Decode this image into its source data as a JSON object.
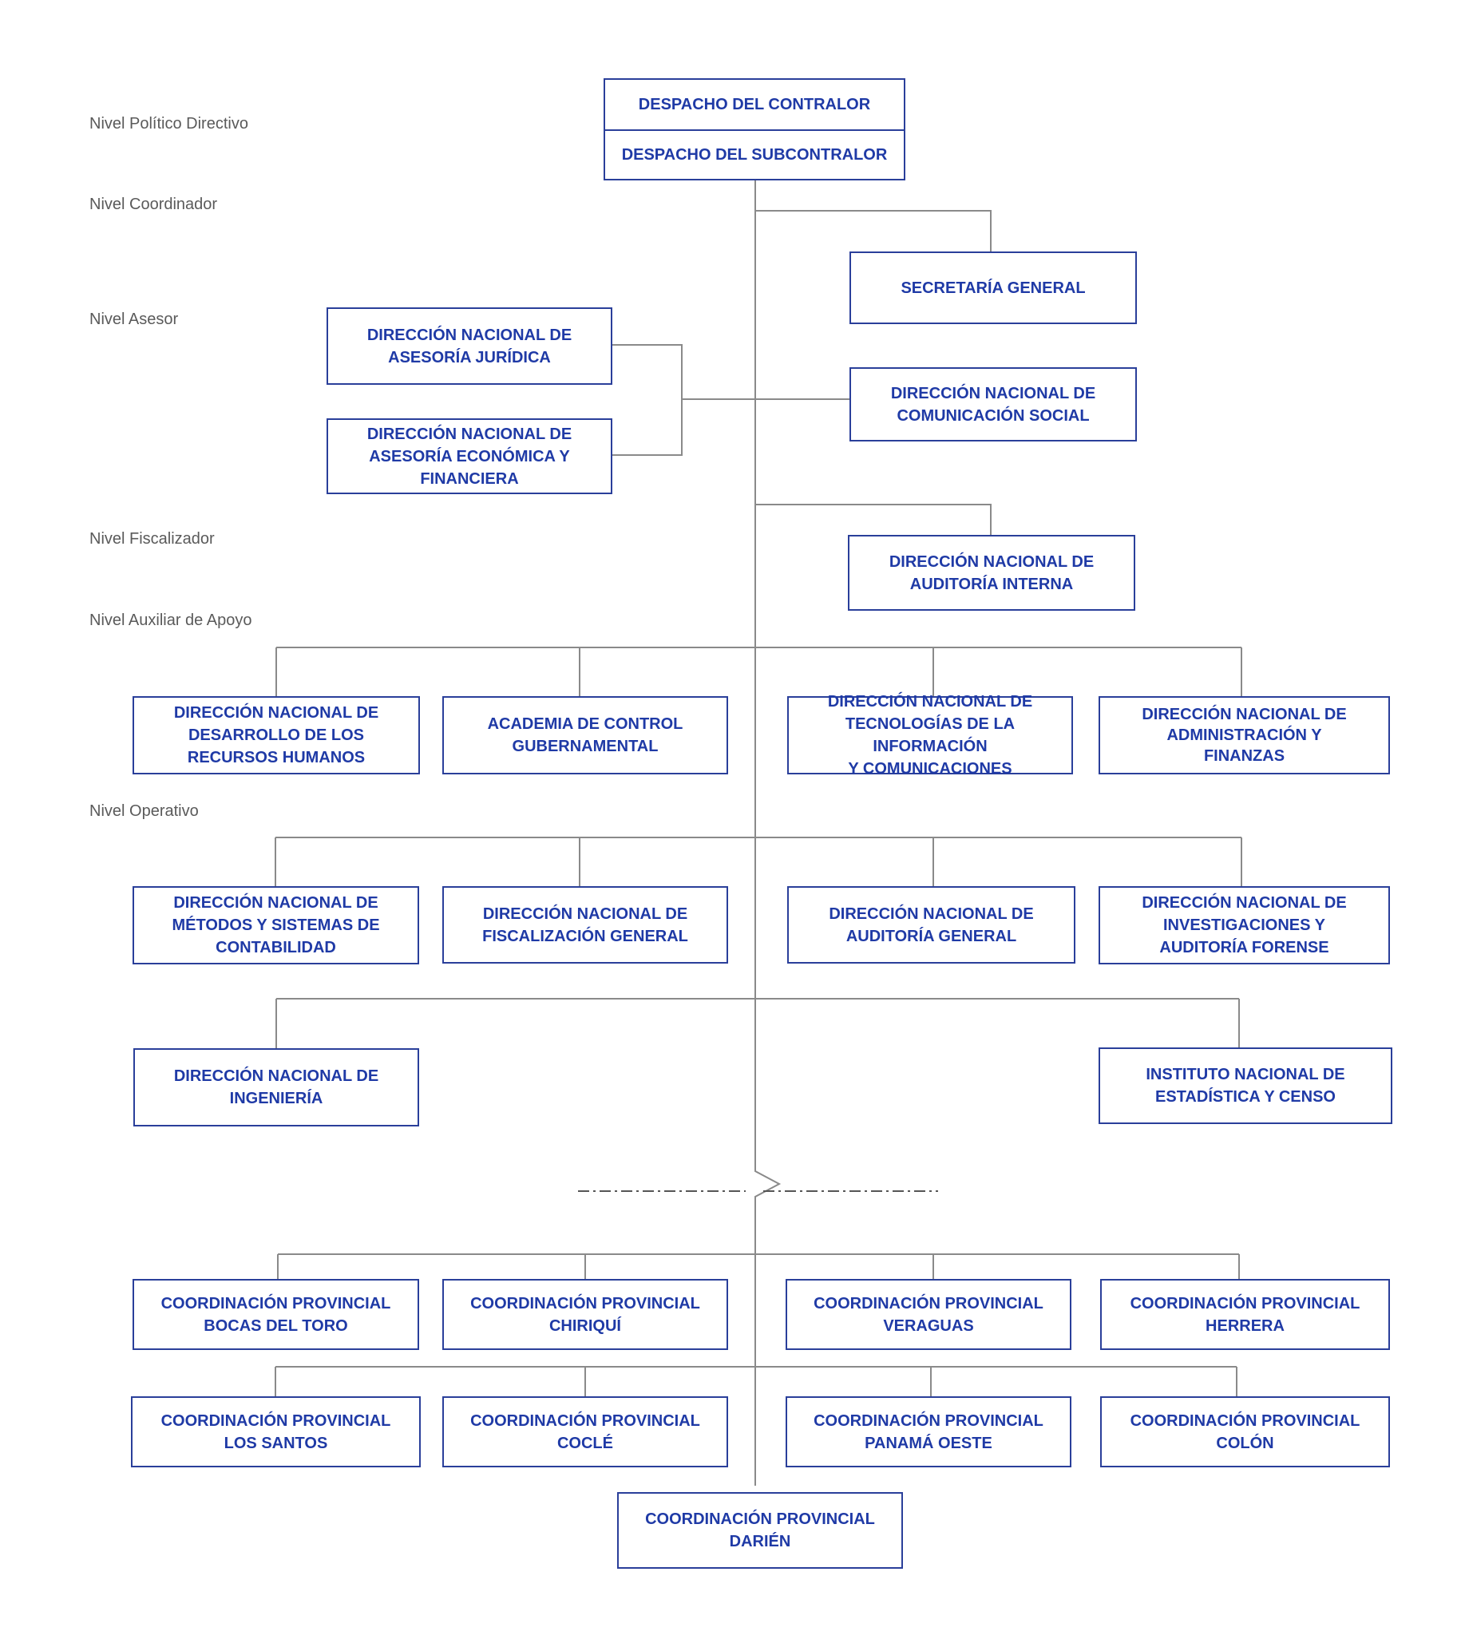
{
  "levels": {
    "politico": "Nivel Político Directivo",
    "coordinador": "Nivel Coordinador",
    "asesor": "Nivel Asesor",
    "fiscalizador": "Nivel Fiscalizador",
    "auxiliar": "Nivel Auxiliar de Apoyo",
    "operativo": "Nivel Operativo"
  },
  "top": {
    "contralor": "DESPACHO DEL CONTRALOR",
    "subcontralor": "DESPACHO DEL SUBCONTRALOR"
  },
  "units": {
    "secretaria": "SECRETARÍA GENERAL",
    "juridica": "DIRECCIÓN NACIONAL DE\nASESORÍA JURÍDICA",
    "economica": "DIRECCIÓN NACIONAL DE\nASESORÍA ECONÓMICA Y\nFINANCIERA",
    "comunicacion": "DIRECCIÓN NACIONAL DE\nCOMUNICACIÓN SOCIAL",
    "auditoria_interna": "DIRECCIÓN NACIONAL DE\nAUDITORÍA INTERNA",
    "rrhh": "DIRECCIÓN NACIONAL DE\nDESARROLLO DE LOS\nRECURSOS HUMANOS",
    "academia": "ACADEMIA DE CONTROL\nGUBERNAMENTAL",
    "tic": "DIRECCIÓN NACIONAL DE\nTECNOLOGÍAS DE LA INFORMACIÓN\nY COMUNICACIONES",
    "administracion": "DIRECCIÓN NACIONAL DE\nADMINISTRACIÓN Y\nFINANZAS",
    "metodos": "DIRECCIÓN NACIONAL DE\nMÉTODOS Y SISTEMAS DE\nCONTABILIDAD",
    "fiscalizacion": "DIRECCIÓN NACIONAL DE\nFISCALIZACIÓN GENERAL",
    "auditoria_general": "DIRECCIÓN NACIONAL DE\nAUDITORÍA GENERAL",
    "investigaciones": "DIRECCIÓN NACIONAL DE\nINVESTIGACIONES Y\nAUDITORÍA FORENSE",
    "ingenieria": "DIRECCIÓN NACIONAL DE\nINGENIERÍA",
    "inec": "INSTITUTO NACIONAL DE\nESTADÍSTICA Y CENSO"
  },
  "provincial": {
    "bocas": "COORDINACIÓN PROVINCIAL\nBOCAS DEL TORO",
    "chiriqui": "COORDINACIÓN PROVINCIAL\nCHIRIQUÍ",
    "veraguas": "COORDINACIÓN PROVINCIAL\nVERAGUAS",
    "herrera": "COORDINACIÓN PROVINCIAL\nHERRERA",
    "los_santos": "COORDINACIÓN PROVINCIAL\nLOS SANTOS",
    "cocle": "COORDINACIÓN PROVINCIAL\nCOCLÉ",
    "panama_oeste": "COORDINACIÓN PROVINCIAL\nPANAMÁ OESTE",
    "colon": "COORDINACIÓN PROVINCIAL\nCOLÓN",
    "darien": "COORDINACIÓN PROVINCIAL\nDARIÉN"
  },
  "colors": {
    "box_border": "#2a3f9a",
    "box_text": "#1f3aa6",
    "connector": "#8a8a8a",
    "level_text": "#5a5a5a"
  }
}
